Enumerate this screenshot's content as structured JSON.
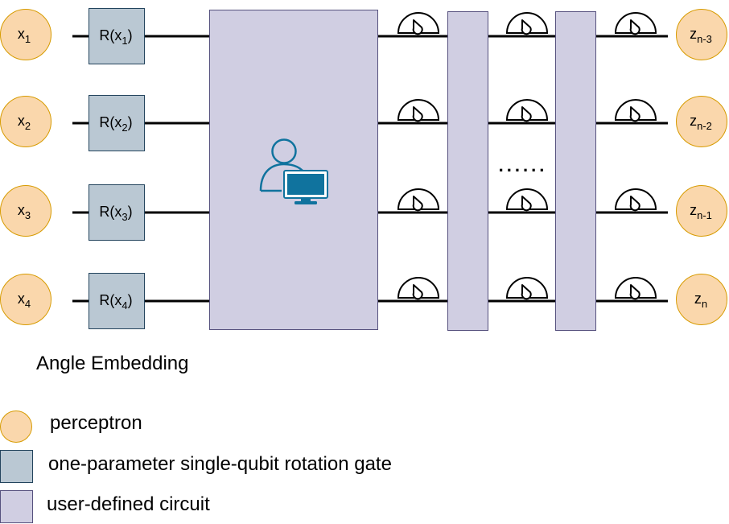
{
  "inputs": [
    {
      "base": "x",
      "sub": "1"
    },
    {
      "base": "x",
      "sub": "2"
    },
    {
      "base": "x",
      "sub": "3"
    },
    {
      "base": "x",
      "sub": "4"
    }
  ],
  "gates": [
    {
      "prefix": "R(x",
      "sub": "1",
      "suffix": ")"
    },
    {
      "prefix": "R(x",
      "sub": "2",
      "suffix": ")"
    },
    {
      "prefix": "R(x",
      "sub": "3",
      "suffix": ")"
    },
    {
      "prefix": "R(x",
      "sub": "4",
      "suffix": ")"
    }
  ],
  "outputs": [
    {
      "base": "z",
      "sub": "n-3"
    },
    {
      "base": "z",
      "sub": "n-2"
    },
    {
      "base": "z",
      "sub": "n-1"
    },
    {
      "base": "z",
      "sub": "n"
    }
  ],
  "main_icon": "user-computer-icon",
  "measurement_icon": "measurement-meter-icon",
  "ellipsis": "......",
  "caption": "Angle Embedding",
  "legend": [
    {
      "shape": "circle",
      "label": "perceptron"
    },
    {
      "shape": "square",
      "label": "one-parameter single-qubit rotation gate"
    },
    {
      "shape": "square",
      "label": "user-defined circuit"
    }
  ],
  "colors": {
    "perceptron_fill": "#FAD7AC",
    "perceptron_stroke": "#D79B00",
    "gate_fill": "#BAC8D3",
    "gate_stroke": "#23445D",
    "circuit_fill": "#D0CEE2",
    "circuit_stroke": "#56517E",
    "icon": "#10739E",
    "wire": "#000000"
  }
}
